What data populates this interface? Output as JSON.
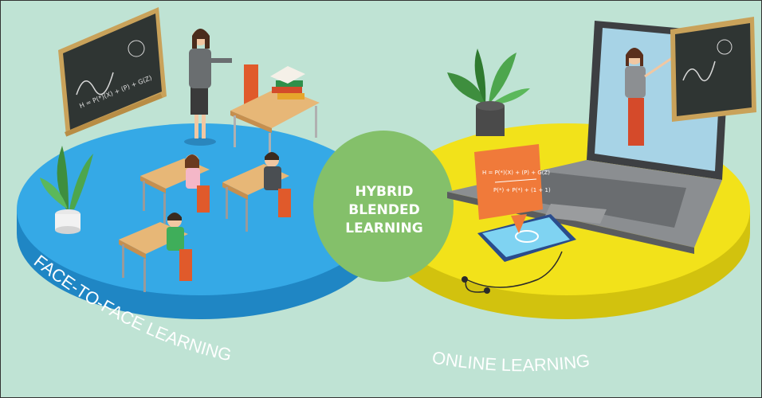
{
  "center_label": [
    "HYBRID",
    "BLENDED",
    "LEARNING"
  ],
  "left_label": "FACE-TO-FACE LEARNING",
  "right_label": "ONLINE LEARNING",
  "formula_line": "H = P(*)(X) + (P) + G(Z)",
  "formula_den": "P(*) + P(*) + (1 + 1)",
  "colors": {
    "background": "#bfe3d4",
    "blue_disk": "#35a9e6",
    "yellow_disk": "#f2e21a",
    "green_overlap": "#84c06a",
    "chalkboard": "#2f3533",
    "chalkboard_frame": "#c9a25a"
  }
}
